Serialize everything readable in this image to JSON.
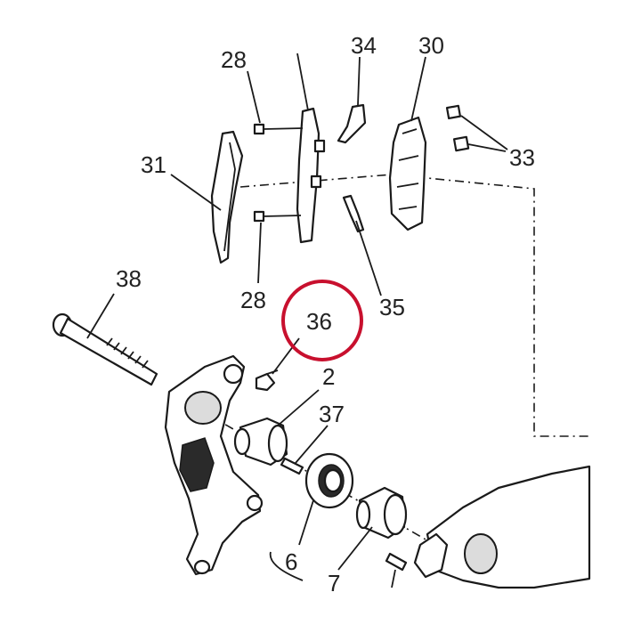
{
  "diagram": {
    "labels": {
      "l28_top": "28",
      "l34": "34",
      "l30": "30",
      "l31": "31",
      "l33": "33",
      "l28_bottom": "28",
      "l35": "35",
      "l38": "38",
      "l36": "36",
      "l2": "2",
      "l37": "37",
      "l6": "6",
      "l7": "7"
    },
    "highlight_color": "#c8102e"
  }
}
